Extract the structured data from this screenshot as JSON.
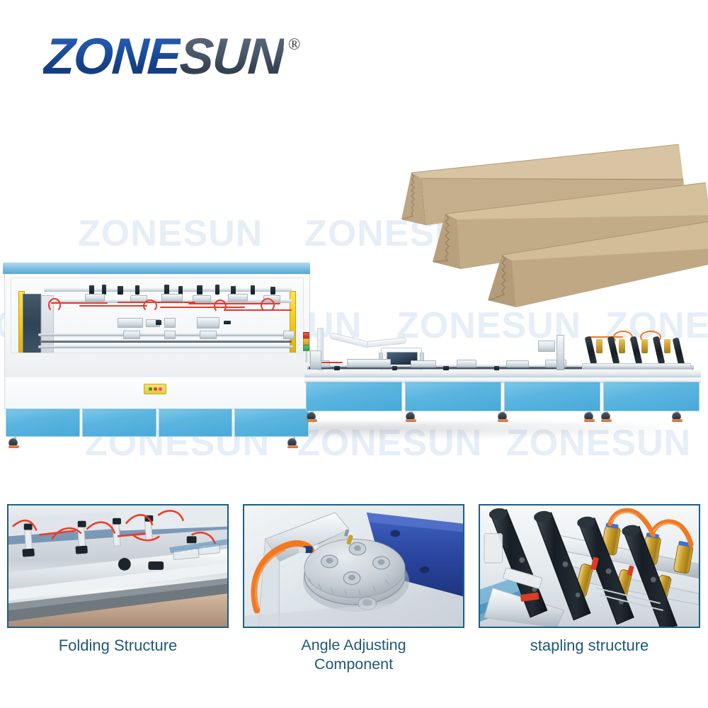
{
  "brand": {
    "name_part1": "ZONE",
    "name_part2": "SUN",
    "registered_mark": "®",
    "watermark_text": "ZONESUN",
    "color_primary": "#1b4d9e",
    "color_secondary": "#48566a",
    "color_watermark": "#e6eef7"
  },
  "product": {
    "machine_name": "Paper Corner Protector Forming Machine",
    "colors": {
      "panel_blue": "#5bb5e0",
      "top_rail_blue": "#86c2e2",
      "frame_white": "#f4f6f7",
      "light_curtain_yellow": "#f5c61b",
      "pneumatic_tube_red": "#e8392a",
      "pneumatic_tube_orange": "#f07a23",
      "carton_kraft": "#cbb48c",
      "stapler_black": "#1b242c",
      "stapler_gold": "#c79a2c"
    },
    "stack_light": {
      "name": "tri-color-status-tower",
      "segments": [
        "#e23b2e",
        "#f0a32a",
        "#3fae56"
      ]
    },
    "hmi": {
      "name": "touchscreen-control-panel",
      "button_colors": [
        "#3fae56",
        "#f0c040",
        "#2f7fd0",
        "#e23b2e"
      ]
    },
    "cartons": {
      "label": "triangular paper corner protectors",
      "count": 3,
      "fill": "#cbb48c"
    }
  },
  "details": [
    {
      "id": "folding",
      "caption": "Folding Structure",
      "caption_lines": [
        "Folding Structure"
      ],
      "image_alt": "folding structure with pneumatic actuators and red air hoses"
    },
    {
      "id": "angle",
      "caption": "Angle Adjusting Component",
      "caption_lines": [
        "Angle Adjusting",
        "Component"
      ],
      "image_alt": "rotary angle adjusting plate with bolts and orange air hose"
    },
    {
      "id": "stapling",
      "caption": "stapling structure",
      "caption_lines": [
        "stapling structure"
      ],
      "image_alt": "row of pneumatic stapler heads with brass cylinders"
    }
  ],
  "photo_border_color": "#1d5f80",
  "caption_color": "#1f5878"
}
